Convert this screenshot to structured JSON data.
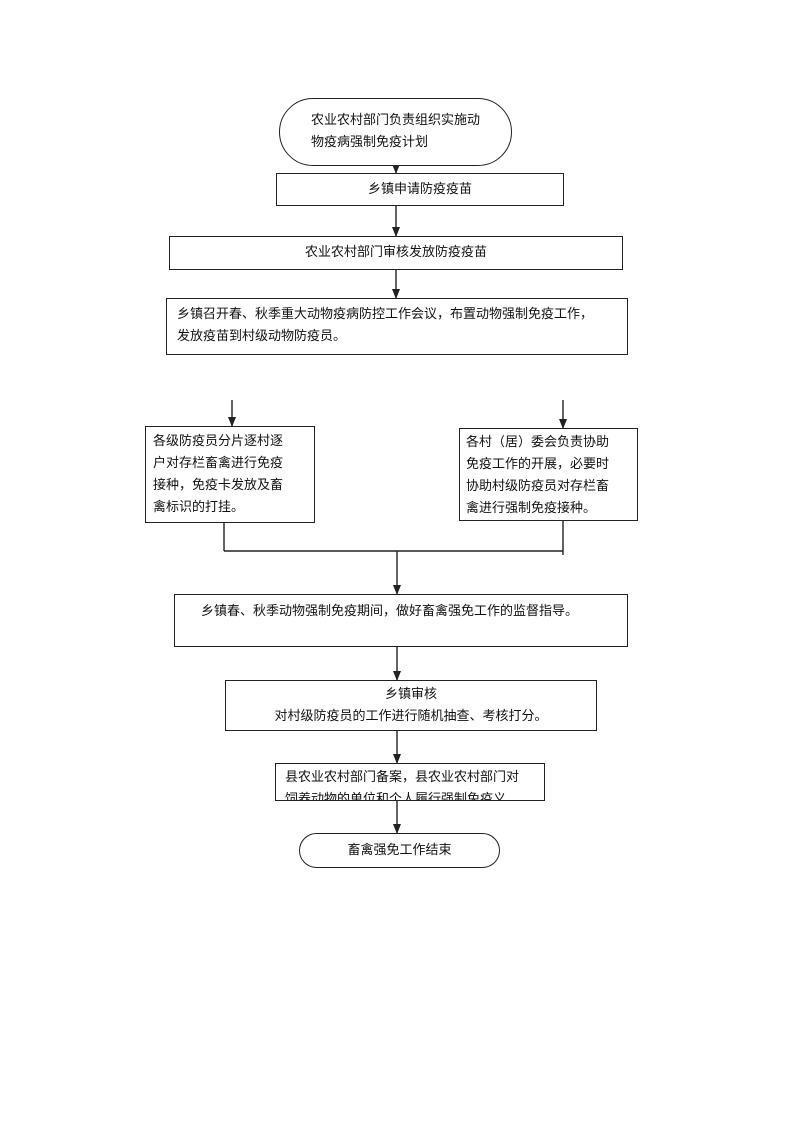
{
  "flowchart": {
    "start": {
      "line1": "农业农村部门负责组织实施动",
      "line2": "物疫病强制免疫计划"
    },
    "apply": "乡镇申请防疫疫苗",
    "review": "农业农村部门审核发放防疫疫苗",
    "meeting": {
      "line1": "乡镇召开春、秋季重大动物疫病防控工作会议，布置动物强制免疫工作，",
      "line2": "发放疫苗到村级动物防疫员。"
    },
    "left_branch": {
      "line1": "各级防疫员分片逐村逐",
      "line2": "户对存栏畜禽进行免疫",
      "line3": "接种，免疫卡发放及畜",
      "line4": "禽标识的打挂。"
    },
    "right_branch": {
      "line1": "各村（居）委会负责协助",
      "line2": "免疫工作的开展，必要时",
      "line3": "协助村级防疫员对存栏畜",
      "line4": "禽进行强制免疫接种。"
    },
    "supervise": "乡镇春、秋季动物强制免疫期间，做好畜禽强免工作的监督指导。",
    "audit": {
      "line1": "乡镇审核",
      "line2": "对村级防疫员的工作进行随机抽查、考核打分。"
    },
    "record": {
      "line1": "县农业农村部门备案，县农业农村部门对",
      "line2": "饲养动物的单位和个人履行强制免疫义"
    },
    "end": "畜禽强免工作结束"
  }
}
